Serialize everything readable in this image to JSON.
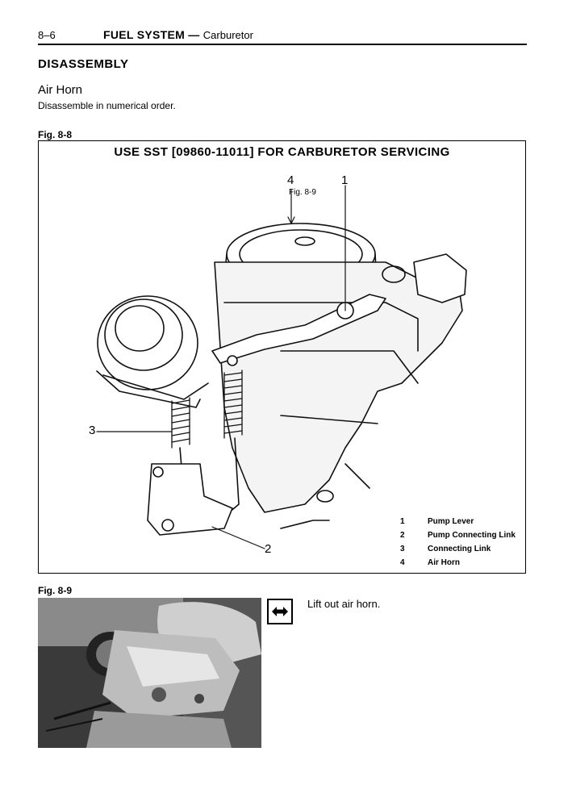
{
  "header": {
    "page_number": "8–6",
    "section": "FUEL SYSTEM",
    "separator": "—",
    "subsection": "Carburetor"
  },
  "heading": "DISASSEMBLY",
  "subheading": "Air Horn",
  "intro": "Disassemble in numerical order.",
  "figure1": {
    "label": "Fig. 8-8",
    "title": "USE SST [09860-11011] FOR CARBURETOR SERVICING",
    "callouts": {
      "c1": "1",
      "c2": "2",
      "c3": "3",
      "c4": "4",
      "c4_ref": "Fig. 8-9"
    },
    "legend": [
      {
        "num": "1",
        "text": "Pump Lever"
      },
      {
        "num": "2",
        "text": "Pump Connecting Link"
      },
      {
        "num": "3",
        "text": "Connecting Link"
      },
      {
        "num": "4",
        "text": "Air Horn"
      }
    ]
  },
  "figure2": {
    "label": "Fig. 8-9",
    "instruction": "Lift out air horn.",
    "icon": "disassemble-arrows-icon"
  }
}
